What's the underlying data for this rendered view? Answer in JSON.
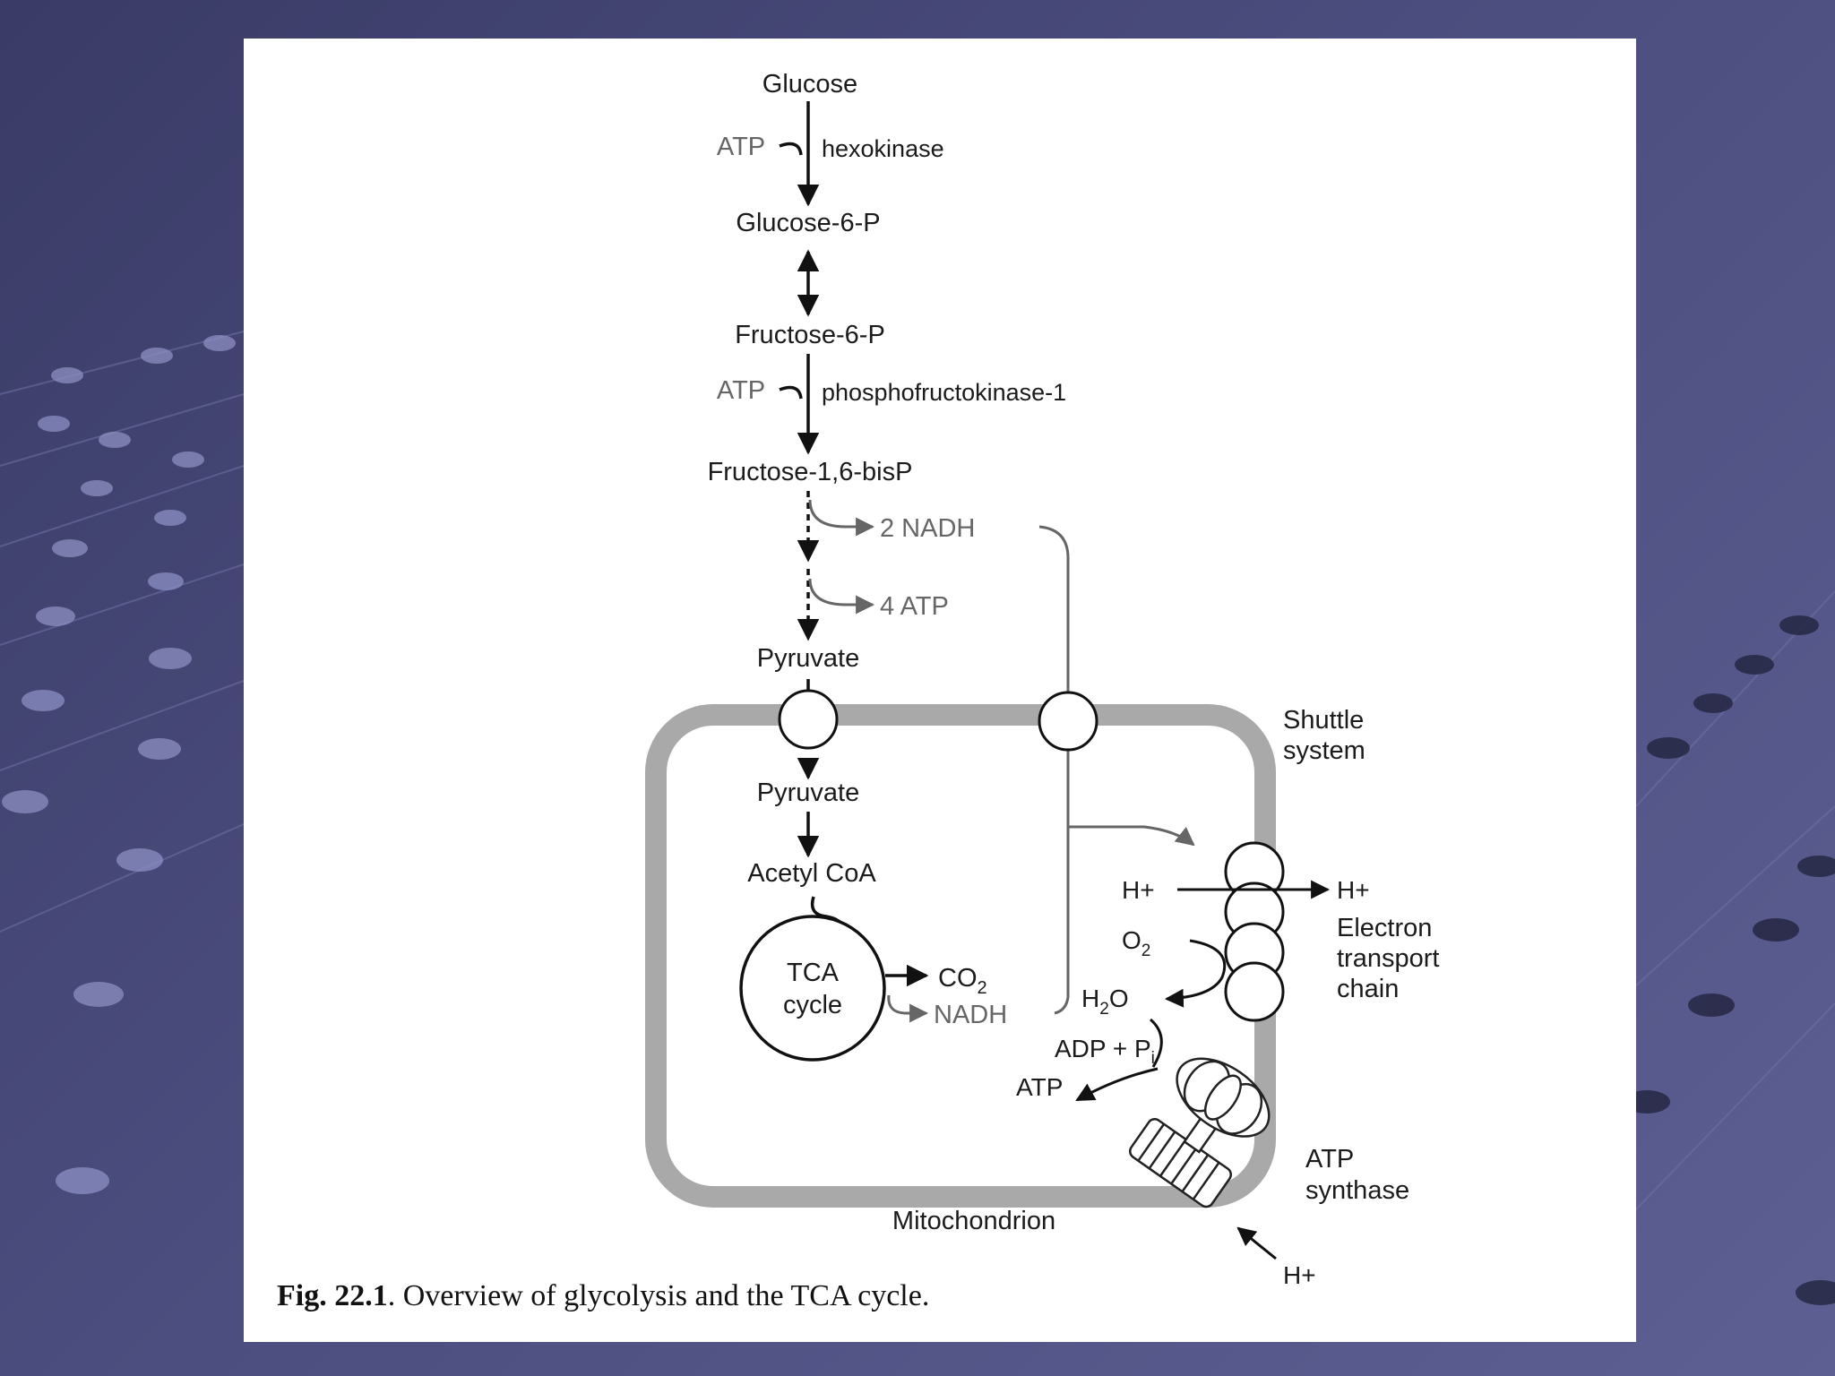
{
  "diagram": {
    "metabolites": {
      "glucose": "Glucose",
      "glucose_6_p": "Glucose-6-P",
      "fructose_6_p": "Fructose-6-P",
      "fructose_bisp": "Fructose-1,6-bisP",
      "pyruvate_cytosol": "Pyruvate",
      "pyruvate_mito": "Pyruvate",
      "acetyl_coa": "Acetyl CoA"
    },
    "cofactors": {
      "atp_hexokinase": "ATP",
      "atp_pfk": "ATP",
      "nadh_glycolysis": "2 NADH",
      "atp_glycolysis": "4 ATP",
      "nadh_tca": "NADH",
      "adp_pi": "ADP + P",
      "adp_pi_sub": "i",
      "atp_synthase_out": "ATP",
      "h_in": "H+",
      "h_out": "H+",
      "h_synthase": "H+",
      "o2": "O",
      "o2_sub": "2",
      "h2o_h": "H",
      "h2o_sub": "2",
      "h2o_o": "O",
      "co2": "CO",
      "co2_sub": "2"
    },
    "enzymes": {
      "hexokinase": "hexokinase",
      "pfk1": "phosphofructokinase-1"
    },
    "tca_cycle": {
      "line1": "TCA",
      "line2": "cycle"
    },
    "labels": {
      "shuttle_line1": "Shuttle",
      "shuttle_line2": "system",
      "etc_line1": "Electron",
      "etc_line2": "transport",
      "etc_line3": "chain",
      "synthase_line1": "ATP",
      "synthase_line2": "synthase",
      "mitochondrion": "Mitochondrion"
    }
  },
  "caption": {
    "bold": "Fig. 22.1",
    "text": ". Overview of glycolysis and the TCA cycle."
  }
}
